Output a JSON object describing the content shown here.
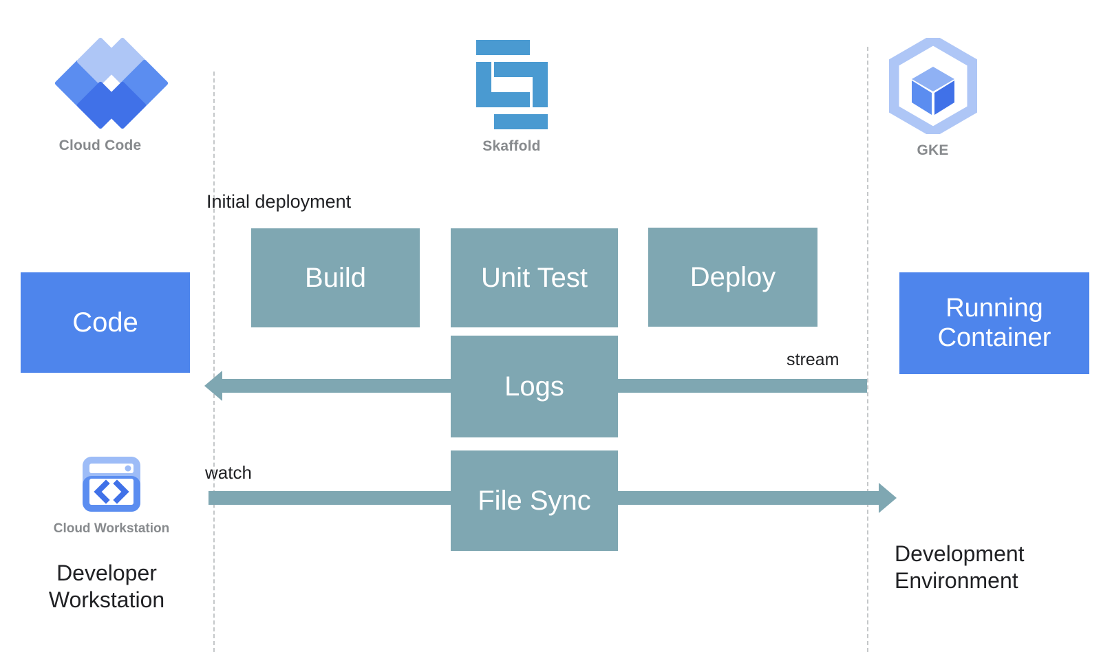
{
  "diagram": {
    "title": "Cloud Code / Skaffold / GKE development loop",
    "colors": {
      "teal": "#7fa7b2",
      "blue": "#4e85ec",
      "skaffold_blue": "#4a9ad1",
      "gke_light_blue": "#aec6f6",
      "caption_gray": "#878a8d",
      "dashed_gray": "#c4c7c9"
    }
  },
  "logos": [
    {
      "id": "cloud-code",
      "caption": "Cloud Code"
    },
    {
      "id": "skaffold",
      "caption": "Skaffold"
    },
    {
      "id": "gke",
      "caption": "GKE"
    }
  ],
  "workstation": {
    "icon_caption": "Cloud Workstation",
    "caption": "Developer\nWorkstation"
  },
  "environment": {
    "caption": "Development\nEnvironment"
  },
  "boxes": {
    "code": "Code",
    "build": "Build",
    "unit_test": "Unit Test",
    "deploy": "Deploy",
    "logs": "Logs",
    "file_sync": "File Sync",
    "running_container": "Running\nContainer"
  },
  "labels": {
    "initial_deployment": "Initial deployment",
    "stream": "stream",
    "watch": "watch"
  }
}
